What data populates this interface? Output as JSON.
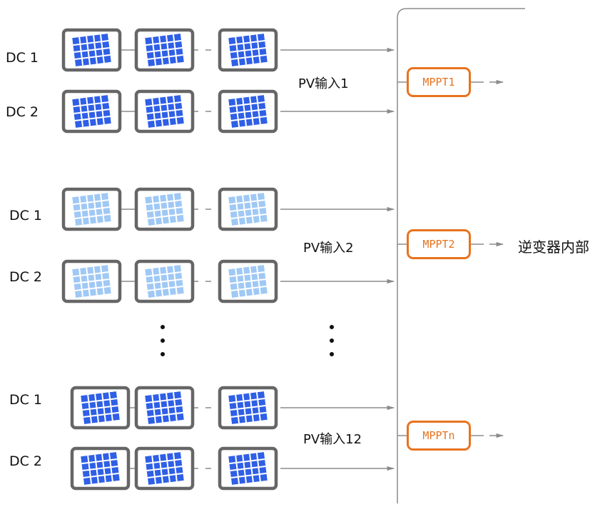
{
  "colors": {
    "line": "#8c8c8c",
    "frame": "#666666",
    "accent": "#e8731f",
    "cell_dark": "#2f5fe6",
    "cell_light": "#9fc8f5"
  },
  "groups": [
    {
      "input_label": "PV输入1",
      "mppt_label": "MPPT1",
      "panel_color": "dark",
      "strings": [
        {
          "label": "DC 1"
        },
        {
          "label": "DC 2"
        }
      ]
    },
    {
      "input_label": "PV输入2",
      "mppt_label": "MPPT2",
      "panel_color": "light",
      "strings": [
        {
          "label": "DC 1"
        },
        {
          "label": "DC 2"
        }
      ]
    },
    {
      "input_label": "PV输入12",
      "mppt_label": "MPPTn",
      "panel_color": "dark",
      "strings": [
        {
          "label": "DC 1"
        },
        {
          "label": "DC 2"
        }
      ]
    }
  ],
  "inverter_label": "逆变器内部"
}
